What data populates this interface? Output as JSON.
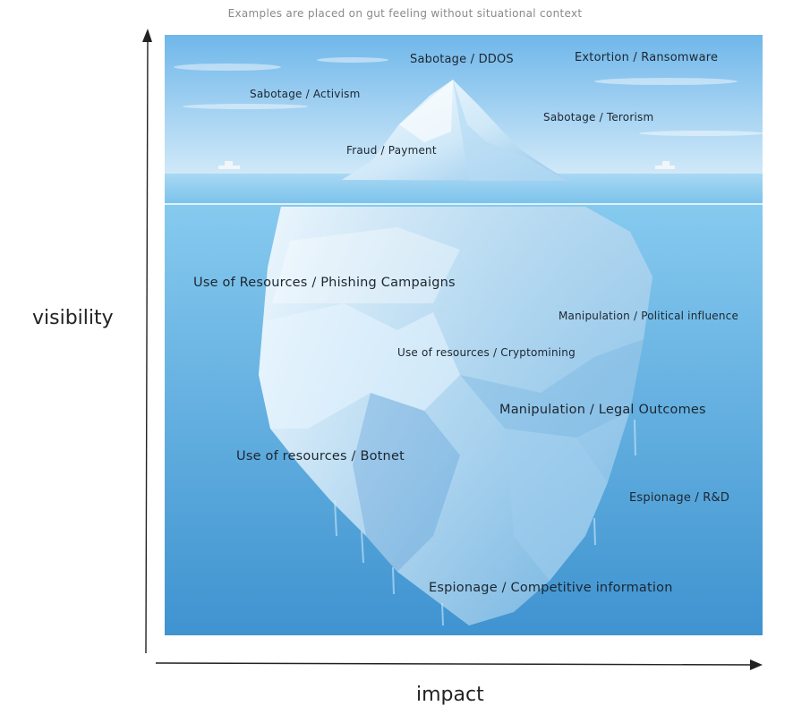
{
  "diagram": {
    "subtitle": "Examples are placed on gut feeling without situational context",
    "axes": {
      "y_label": "visibility",
      "x_label": "impact"
    },
    "labels": {
      "sabotage_ddos": "Sabotage / DDOS",
      "extortion_ransomware": "Extortion / Ransomware",
      "sabotage_activism": "Sabotage / Activism",
      "sabotage_terrorism": "Sabotage / Terorism",
      "fraud_payment": "Fraud / Payment",
      "resources_phishing": "Use of Resources / Phishing Campaigns",
      "manipulation_political": "Manipulation / Political influence",
      "resources_cryptomining": "Use of resources / Cryptomining",
      "manipulation_legal": "Manipulation / Legal Outcomes",
      "resources_botnet": "Use of resources / Botnet",
      "espionage_rd": "Espionage / R&D",
      "espionage_competitive": "Espionage / Competitive information"
    },
    "colors": {
      "sky_top": "#6fb7ea",
      "sky_bottom": "#cfe7f8",
      "water_top": "#7fc6ee",
      "water_bottom": "#3d92cf",
      "ice_light": "#eaf6ff",
      "ice_shadow": "#9fcdee"
    }
  }
}
